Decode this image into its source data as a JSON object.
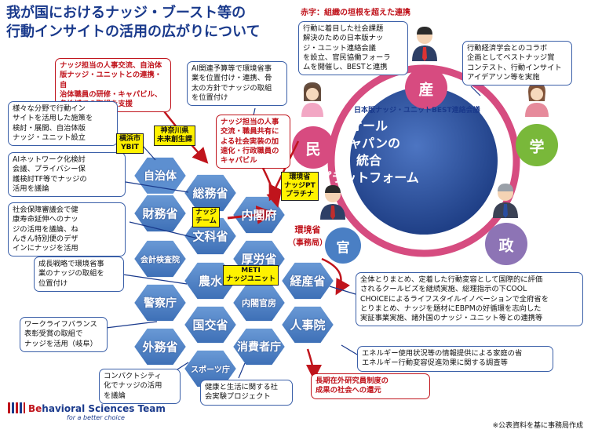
{
  "title": {
    "line1": "我が国におけるナッジ・ブースト等の",
    "line2": "行動インサイトの活用の広がりについて"
  },
  "red_title": "赤字：組織の垣根を超えた連携",
  "notes": {
    "jinji_koryu": [
      "ナッジ担当の人事交流、自治体",
      "版ナッジ・ユニットとの連携・自",
      "治体職員の研修・キャパビル、",
      "各地域での取組を支援"
    ],
    "ai_yosan": [
      "AI関連予算等で環境省事",
      "業を位置付け・連携、骨",
      "太の方針でナッジの取組",
      "を位置付け"
    ],
    "jinji_kobo": [
      "ナッジ担当の人事",
      "交流・職員共有に",
      "よる社会実装の加",
      "速化・行政職員の",
      "キャパビル"
    ],
    "shakai_kadai": [
      "行動に着目した社会課題",
      "解決のための日本版ナッ",
      "ジ・ユニット連絡会議",
      "を設立、官民協働フォーラ",
      "ムを開催し、BESTと連携"
    ],
    "keizai_gakkai": [
      "行動経済学会とのコラボ",
      "企画としてベストナッジ賞",
      "コンテスト、行動インサイト",
      "アイデアソン等を実施"
    ],
    "jichitai": [
      "様々な分野で行動イン",
      "サイトを活用した施策を",
      "検討・展開、自治体版",
      "ナッジ・ユニット設立"
    ],
    "ai_network": [
      "AIネットワーク化検討",
      "会議、プライバシー保",
      "護検討TF等でナッジの",
      "活用を議論"
    ],
    "shakai_hosho": [
      "社会保障審議会で健",
      "康寿命延伸へのナッ",
      "ジの活用を議論、ね",
      "んきん特別便のデザ",
      "インにナッジを活用"
    ],
    "seicho": [
      "成長戦略で環境省事",
      "業のナッジの取組を",
      "位置付け"
    ],
    "worklife": [
      "ワークライフバランス",
      "表彰受賞の取組で",
      "ナッジを活用（岐阜）"
    ],
    "compact": [
      "コンパクトシティ",
      "化でナッジの活用",
      "を議論"
    ],
    "kenko": [
      "健康と生活に関する社",
      "会実験プロジェクト"
    ],
    "zentai": [
      "全体とりまとめ、定着した行動変容として国際的に評価",
      "されるクールビズを継続実施、総理指示の下COOL",
      "CHOICEによるライフスタイルイノベーションで全府省を",
      "とりまとめ、ナッジを題材にEBPMの好循環を志向した",
      "実証事業実施、諸外国のナッジ・ユニット等との連携等"
    ],
    "energy": [
      "エネルギー使用状況等の情報提供による家庭の省",
      "エネルギー行動変容促進効果に関する調査等"
    ],
    "choki": [
      "長期在外研究員制度の",
      "成果の社会への還元"
    ]
  },
  "hexes": {
    "jichitai": "自治体",
    "soumu": "総務省",
    "zaimu": "財務省",
    "naikaku": "内閣府",
    "monka": "文科省",
    "kaikei": "会計検査院",
    "kousei": "厚労省",
    "nousui": "農水",
    "keisan": "経産省",
    "kantei": "内閣官房",
    "keisatsu": "警察庁",
    "kokkou": "国交省",
    "jinji": "人事院",
    "gaimu": "外務省",
    "shouhisha": "消費者庁",
    "sports": "スポーツ庁"
  },
  "tags": {
    "yokohama": [
      "横浜市",
      "YBIT"
    ],
    "kanagawa": [
      "神奈川県",
      "未来創生課"
    ],
    "nudge_team": [
      "ナッジ",
      "チーム"
    ],
    "env_pt": [
      "環境省",
      "ナッジPT",
      "プラチナ"
    ],
    "meti": [
      "METI",
      "ナッジユニット"
    ]
  },
  "env": {
    "name": "環境省",
    "sub": "（事務局）"
  },
  "circles": {
    "min": "民",
    "san": "産",
    "gaku": "学",
    "sei": "政",
    "kan": "官"
  },
  "ring_label": "日本版ナッジ・ユニットBEST連絡会議",
  "center": {
    "l1": "オール",
    "l2": "ジャパンの",
    "l3": "統合",
    "l4": "プラットフォーム"
  },
  "logo": {
    "text_a": "Be",
    "text_b": "havioral Sciences Team",
    "sub": "for a better choice"
  },
  "source": "※公表資料を基に事務局作成",
  "colors": {
    "navy": "#1a3a8c",
    "red": "#c0141c",
    "hex": "#4a7fc4",
    "hex_light": "#b9d3ef",
    "ring": "#d64c80",
    "center": "#2c4f9a",
    "min_circle": "#d74b80",
    "san_circle": "#d74b80",
    "gaku_circle": "#79b83a",
    "sei_circle": "#8d74b5",
    "tag_yellow": "#fff200"
  }
}
